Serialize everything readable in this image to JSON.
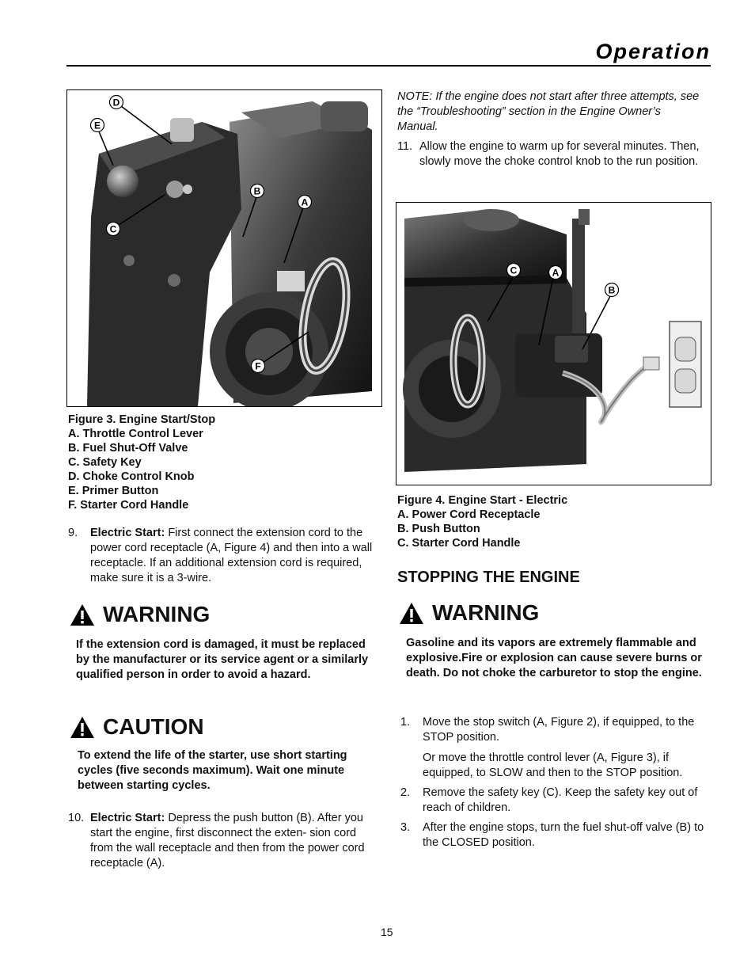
{
  "header": {
    "title": "Operation"
  },
  "figure3": {
    "callouts": [
      "D",
      "E",
      "B",
      "A",
      "C",
      "F"
    ],
    "caption_title": "Figure 3. Engine Start/Stop",
    "items": [
      "A.  Throttle Control Lever",
      "B.  Fuel Shut-Off Valve",
      "C.  Safety Key",
      "D.  Choke Control Knob",
      "E.  Primer Button",
      "F.  Starter Cord Handle"
    ]
  },
  "left": {
    "step9": {
      "num": "9.",
      "label": "Electric Start:",
      "text": " First connect the extension cord to the power cord receptacle (A, Figure 4) and then into a wall receptacle. If an additional extension cord is required, make sure it is a 3-wire."
    },
    "warning": {
      "title": "WARNING",
      "body": "If the extension cord is damaged, it must be replaced by the manufacturer or its service agent or a similarly qualified person in order to avoid a hazard."
    },
    "caution": {
      "title": "CAUTION",
      "body": "To extend the life of the starter, use short starting cycles (five seconds maximum). Wait one minute between starting cycles."
    },
    "step10": {
      "num": "10.",
      "label": "Electric Start:",
      "text": " Depress the push button (B). After you start the engine, first disconnect the exten- sion cord from the wall receptacle and then from the power cord receptacle (A)."
    }
  },
  "right": {
    "note": "NOTE: If the engine does not start after three attempts, see the “Troubleshooting” section in the Engine Owner’s Manual.",
    "step11": {
      "num": "11.",
      "text": "Allow the engine to warm up for several minutes. Then, slowly move the choke control knob to the run position."
    },
    "figure4": {
      "callouts": [
        "C",
        "A",
        "B"
      ],
      "caption_title": "Figure 4. Engine Start - Electric",
      "items": [
        "A.  Power Cord Receptacle",
        "B.  Push Button",
        "C.  Starter Cord Handle"
      ]
    },
    "section_heading": "STOPPING THE ENGINE",
    "warning": {
      "title": "WARNING",
      "body": "Gasoline and its vapors are extremely flammable and explosive.Fire or explosion can cause severe burns or death. Do not choke the carburetor to stop the engine."
    },
    "steps": [
      {
        "num": "1.",
        "text": "Move the stop switch (A, Figure 2), if equipped, to the  STOP position.",
        "sub": "Or move the throttle control lever (A, Figure 3), if equipped, to SLOW and then to the STOP position."
      },
      {
        "num": "2.",
        "text": "Remove the safety key (C). Keep the safety key out of reach of children."
      },
      {
        "num": "3.",
        "text": "After the engine stops, turn the fuel shut-off valve (B) to the CLOSED position."
      }
    ]
  },
  "footer": {
    "page_number": "15"
  }
}
